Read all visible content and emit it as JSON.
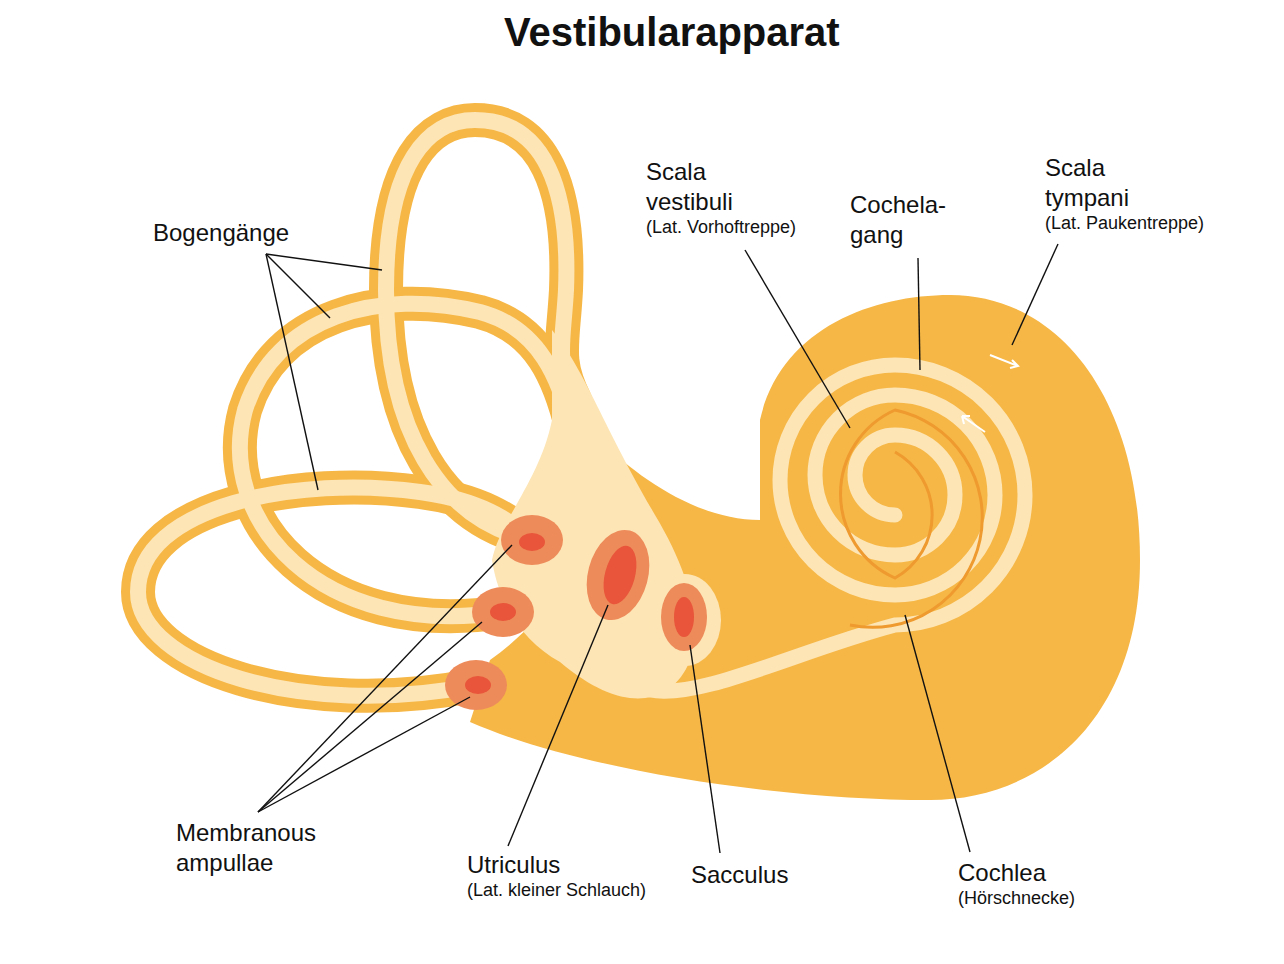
{
  "diagram": {
    "title": "Vestibularapparat",
    "labels": [
      "Bogengänge",
      "Scala vestibuli",
      "(Lat. Vorhoftreppe)",
      "Cochela- gang",
      "Scala tympani",
      "(Lat. Paukentreppe)",
      "Membranous ampullae",
      "Utriculus",
      "(Lat. kleiner Schlauch)",
      "Sacculus",
      "Cochlea",
      "(Hörschnecke)"
    ]
  }
}
